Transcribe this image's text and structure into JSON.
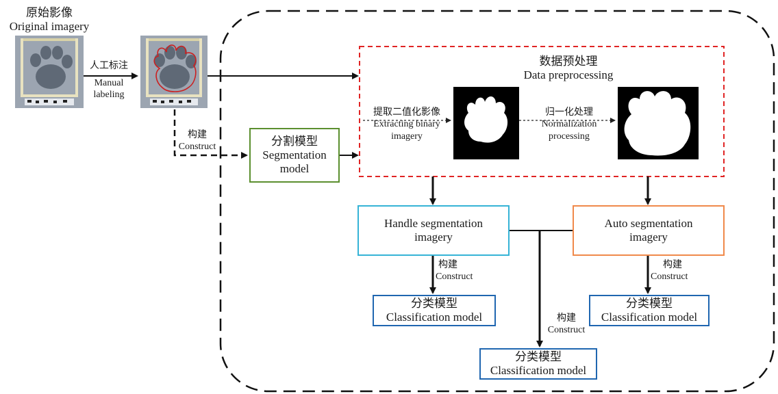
{
  "original": {
    "zh": "原始影像",
    "en": "Original imagery"
  },
  "manual_labeling": {
    "zh": "人工标注",
    "en1": "Manual",
    "en2": "labeling"
  },
  "construct_left": {
    "zh": "构建",
    "en": "Construct"
  },
  "segmentation_model": {
    "zh": "分割模型",
    "en1": "Segmentation",
    "en2": "model"
  },
  "preprocessing": {
    "zh": "数据预处理",
    "en": "Data preprocessing"
  },
  "extract_binary": {
    "zh": "提取二值化影像",
    "en1": "Extracting binary",
    "en2": "imagery"
  },
  "normalization": {
    "zh": "归一化处理",
    "en1": "Normalization",
    "en2": "processing"
  },
  "handle_seg": {
    "en1": "Handle segmentation",
    "en2": "imagery"
  },
  "auto_seg": {
    "en1": "Auto segmentation",
    "en2": "imagery"
  },
  "construct_handle": {
    "zh": "构建",
    "en": "Construct"
  },
  "construct_auto": {
    "zh": "构建",
    "en": "Construct"
  },
  "construct_center": {
    "zh": "构建",
    "en": "Construct"
  },
  "classification_handle": {
    "zh": "分类模型",
    "en": "Classification model"
  },
  "classification_auto": {
    "zh": "分类模型",
    "en": "Classification model"
  },
  "classification_center": {
    "zh": "分类模型",
    "en": "Classification model"
  },
  "colors": {
    "green_box": "#5b8f2e",
    "red_dashed": "#e02424",
    "cyan_box": "#35b3d6",
    "orange_box": "#f0894a",
    "blue_box": "#1f66b0",
    "stone": "#8f99a6"
  }
}
